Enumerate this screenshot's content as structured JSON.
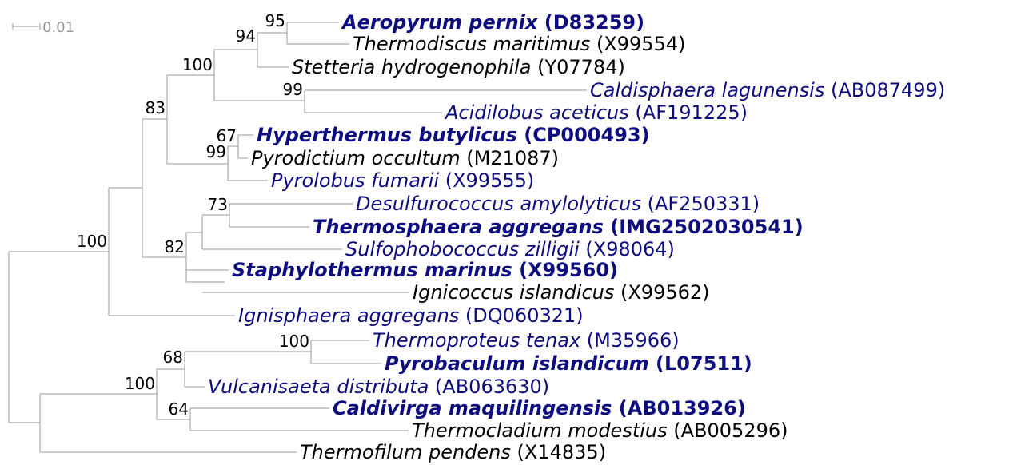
{
  "colors": {
    "branch": "#999999",
    "normal": "#000000",
    "highlight": "#0d0d80",
    "scale": "#999999"
  },
  "scale_bar": {
    "label": "0.01"
  },
  "leaves": [
    {
      "id": "aeropyrum",
      "species": "Aeropyrum pernix",
      "accession": "D83259",
      "style": "bold"
    },
    {
      "id": "thermodiscus",
      "species": "Thermodiscus maritimus",
      "accession": "X99554",
      "style": "normal"
    },
    {
      "id": "stetteria",
      "species": "Stetteria hydrogenophila",
      "accession": "Y07784",
      "style": "normal"
    },
    {
      "id": "caldisphaera",
      "species": "Caldisphaera lagunensis",
      "accession": "AB087499",
      "style": "blue"
    },
    {
      "id": "acidilobus",
      "species": "Acidilobus aceticus",
      "accession": "AF191225",
      "style": "blue"
    },
    {
      "id": "hyperthermus",
      "species": "Hyperthermus butylicus",
      "accession": "CP000493",
      "style": "bold"
    },
    {
      "id": "pyrodictium",
      "species": "Pyrodictium occultum",
      "accession": "M21087",
      "style": "normal"
    },
    {
      "id": "pyrolobus",
      "species": "Pyrolobus fumarii",
      "accession": "X99555",
      "style": "blue"
    },
    {
      "id": "desulfurococcus",
      "species": "Desulfurococcus amylolyticus",
      "accession": "AF250331",
      "style": "blue"
    },
    {
      "id": "thermosphaera",
      "species": "Thermosphaera aggregans",
      "accession": "IMG2502030541",
      "style": "bold"
    },
    {
      "id": "sulfophobococcus",
      "species": "Sulfophobococcus zilligii",
      "accession": "X98064",
      "style": "blue"
    },
    {
      "id": "staphylothermus",
      "species": "Staphylothermus marinus",
      "accession": "X99560",
      "style": "bold"
    },
    {
      "id": "ignicoccus",
      "species": "Ignicoccus islandicus",
      "accession": "X99562",
      "style": "normal"
    },
    {
      "id": "ignisphaera",
      "species": "Ignisphaera aggregans",
      "accession": "DQ060321",
      "style": "blue"
    },
    {
      "id": "thermoproteus",
      "species": "Thermoproteus tenax",
      "accession": "M35966",
      "style": "blue"
    },
    {
      "id": "pyrobaculum",
      "species": "Pyrobaculum islandicum",
      "accession": "L07511",
      "style": "bold"
    },
    {
      "id": "vulcanisaeta",
      "species": "Vulcanisaeta distributa",
      "accession": "AB063630",
      "style": "blue"
    },
    {
      "id": "caldivirga",
      "species": "Caldivirga maquilingensis",
      "accession": "AB013926",
      "style": "bold"
    },
    {
      "id": "thermocladium",
      "species": "Thermocladium modestius",
      "accession": "AB005296",
      "style": "normal"
    },
    {
      "id": "thermofilum",
      "species": "Thermofilum pendens",
      "accession": "X14835",
      "style": "normal"
    }
  ],
  "bootstrap": [
    {
      "node": "aero-thermodiscus",
      "label": "95"
    },
    {
      "node": "aero-stetteria",
      "label": "94"
    },
    {
      "node": "caldisphaera-acidilobus",
      "label": "99"
    },
    {
      "node": "desulfurococcales-a",
      "label": "100"
    },
    {
      "node": "hyper-pyrodictium",
      "label": "67"
    },
    {
      "node": "pyrodictiaceae",
      "label": "99"
    },
    {
      "node": "clade-83",
      "label": "83"
    },
    {
      "node": "desulfo-thermosphaera",
      "label": "73"
    },
    {
      "node": "staph-ignicoccus",
      "label": "82"
    },
    {
      "node": "desulfurococcales",
      "label": "100"
    },
    {
      "node": "thermoproteus-pyrobaculum",
      "label": "100"
    },
    {
      "node": "thermoproteaceae",
      "label": "68"
    },
    {
      "node": "caldivirga-thermocladium",
      "label": "64"
    },
    {
      "node": "thermoproteales",
      "label": "100"
    }
  ]
}
